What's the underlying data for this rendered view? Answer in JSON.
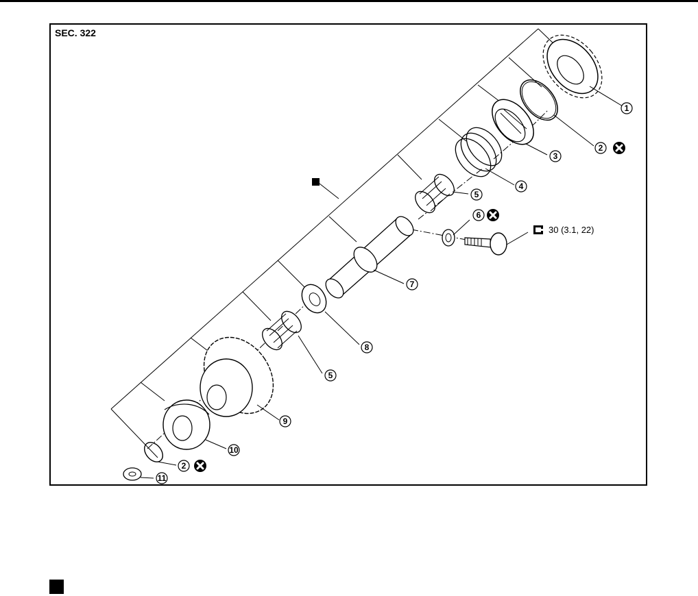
{
  "figure": {
    "section_label": "SEC. 322",
    "torque_spec": "30 (3.1, 22)",
    "accent_color": "#000000",
    "parts": [
      {
        "num": "1"
      },
      {
        "num": "2",
        "replace": true
      },
      {
        "num": "3"
      },
      {
        "num": "4"
      },
      {
        "num": "5"
      },
      {
        "num": "6",
        "replace": true
      },
      {
        "num": "7"
      },
      {
        "num": "8"
      },
      {
        "num": "5"
      },
      {
        "num": "9"
      },
      {
        "num": "10"
      },
      {
        "num": "2",
        "replace": true
      },
      {
        "num": "11"
      }
    ],
    "icons": [
      "do-not-reuse-icon",
      "torque-wrench-icon",
      "assembly-marker-icon"
    ]
  }
}
